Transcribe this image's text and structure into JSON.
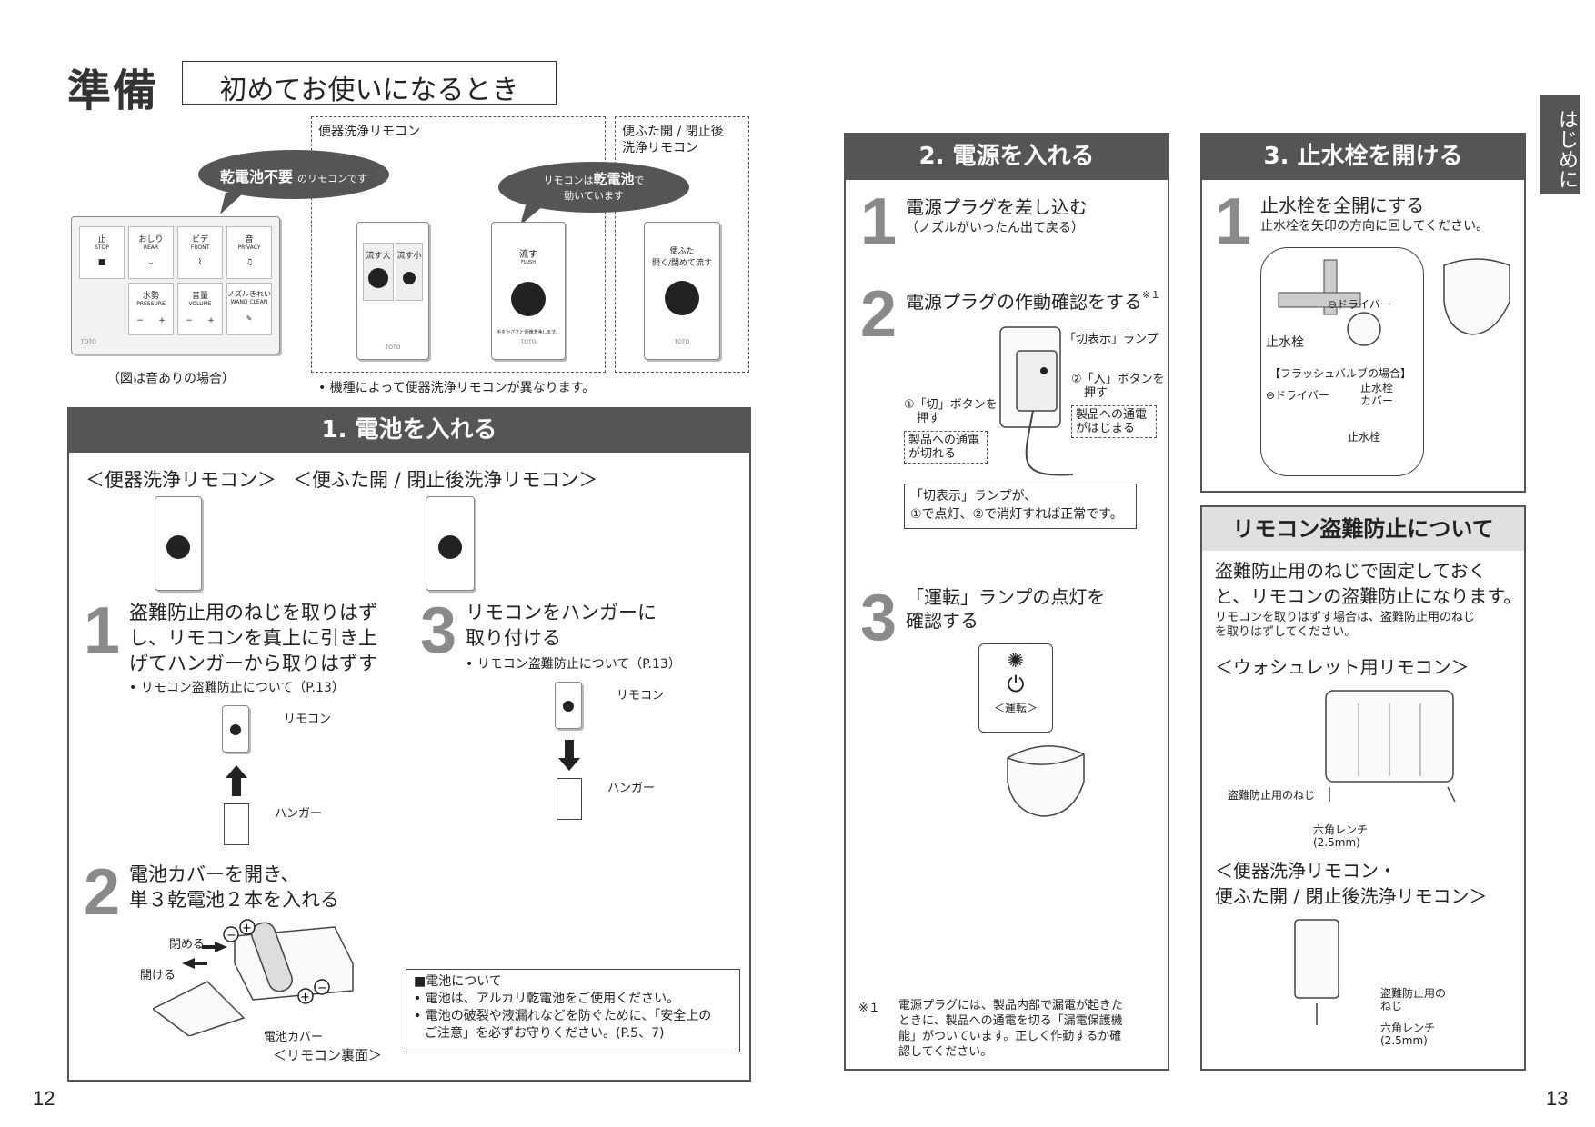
{
  "header": {
    "section": "準備",
    "title": "初めてお使いになるとき"
  },
  "side_tab": "はじめに",
  "remotes": {
    "group1_label": "便器洗浄リモコン",
    "group2_label_1": "便ふた開 / 閉止後",
    "group2_label_2": "洗浄リモコン",
    "bubble1_bold": "乾電池不要",
    "bubble1_rest": "のリモコンです",
    "bubble2_pre": "リモコンは",
    "bubble2_bold": "乾電池",
    "bubble2_post": "で",
    "bubble2_line2": "動いています",
    "caption_left": "（図は音ありの場合）",
    "note": "• 機種によって便器洗浄リモコンが異なります。",
    "main_buttons": [
      {
        "label": "止",
        "sub": "STOP"
      },
      {
        "label": "おしり",
        "sub": "REAR"
      },
      {
        "label": "ビデ",
        "sub": "FRONT"
      },
      {
        "label": "音",
        "sub": "PRIVACY"
      }
    ],
    "main_buttons_row2": [
      {
        "label": "水勢",
        "sub": "PRESSURE"
      },
      {
        "label": "音量",
        "sub": "VOLUME"
      },
      {
        "label": "ノズルきれい",
        "sub": "WAND CLEAN"
      }
    ],
    "pm_minus": "−",
    "pm_plus": "+",
    "toto": "TOTO",
    "remote2_btn1": "流す大",
    "remote2_btn2": "流す小",
    "remote3_label": "流す",
    "remote3_sub": "FLUSH",
    "remote3_text": "手をかざすと便器洗浄します。",
    "remote4_label1": "便ふた",
    "remote4_label2": "開く/閉めて流す"
  },
  "section1": {
    "title": "1. 電池を入れる",
    "sub_left": "＜便器洗浄リモコン＞",
    "sub_right": "＜便ふた開 / 閉止後洗浄リモコン＞",
    "step1_num": "1",
    "step1_l1": "盗難防止用のねじを取りはず",
    "step1_l2": "し、リモコンを真上に引き上",
    "step1_l3": "げてハンガーから取りはずす",
    "step1_ref": "• リモコン盗難防止について（P.13）",
    "step1_label_remote": "リモコン",
    "step1_label_hanger": "ハンガー",
    "step3_num": "3",
    "step3_l1": "リモコンをハンガーに",
    "step3_l2": "取り付ける",
    "step3_ref": "• リモコン盗難防止について（P.13）",
    "step3_label_remote": "リモコン",
    "step3_label_hanger": "ハンガー",
    "step2_num": "2",
    "step2_l1": "電池カバーを開き、",
    "step2_l2": "単３乾電池２本を入れる",
    "label_close": "閉める",
    "label_open": "開ける",
    "label_cover": "電池カバー",
    "label_back": "＜リモコン裏面＞",
    "battery_note_title": "■電池について",
    "battery_note_1": "• 電池は、アルカリ乾電池をご使用ください。",
    "battery_note_2": "• 電池の破裂や液漏れなどを防ぐために、「安全上の",
    "battery_note_3": "ご注意」を必ずお守りください。(P.5、7)"
  },
  "section2": {
    "title": "2. 電源を入れる",
    "s1_num": "1",
    "s1_title": "電源プラグを差し込む",
    "s1_sub": "（ノズルがいったん出て戻る）",
    "s2_num": "2",
    "s2_title": "電源プラグの作動確認をする",
    "s2_mark": "※１",
    "lamp_label": "「切表示」ランプ",
    "btn_on_1": "②「入」ボタンを",
    "btn_on_2": "押す",
    "on_box_1": "製品への通電",
    "on_box_2": "がはじまる",
    "btn_off_1": "①「切」ボタンを",
    "btn_off_2": "押す",
    "off_box_1": "製品への通電",
    "off_box_2": "が切れる",
    "check_1": "「切表示」ランプが、",
    "check_2": "①で点灯、②で消灯すれば正常です。",
    "s3_num": "3",
    "s3_l1": "「運転」ランプの点灯を",
    "s3_l2": "確認する",
    "run_label": "＜運転＞",
    "fn_mark": "※１",
    "fn_1": "電源プラグには、製品内部で漏電が起きた",
    "fn_2": "ときに、製品への通電を切る「漏電保護機",
    "fn_3": "能」がついています。正しく作動するか確",
    "fn_4": "認してください。"
  },
  "section3": {
    "title": "3. 止水栓を開ける",
    "s1_num": "1",
    "s1_title": "止水栓を全開にする",
    "s1_sub": "止水栓を矢印の方向に回してください。",
    "driver1": "⊖ドライバー",
    "valve1": "止水栓",
    "flush_case": "【フラッシュバルブの場合】",
    "driver2": "⊖ドライバー",
    "cover_1": "止水栓",
    "cover_2": "カバー",
    "valve2": "止水栓"
  },
  "theft": {
    "title": "リモコン盗難防止について",
    "l1": "盗難防止用のねじで固定しておく",
    "l2": "と、リモコンの盗難防止になります。",
    "sub1": "リモコンを取りはずす場合は、盗難防止用のねじ",
    "sub2": "を取りはずしてください。",
    "washlet": "＜ウォシュレット用リモコン＞",
    "screw1": "盗難防止用のねじ",
    "wrench1_1": "六角レンチ",
    "wrench1_2": "(2.5mm)",
    "flush_1": "＜便器洗浄リモコン・",
    "flush_2": "便ふた開 / 閉止後洗浄リモコン＞",
    "screw2_1": "盗難防止用の",
    "screw2_2": "ねじ",
    "wrench2_1": "六角レンチ",
    "wrench2_2": "(2.5mm)"
  },
  "pages": {
    "left": "12",
    "right": "13"
  }
}
